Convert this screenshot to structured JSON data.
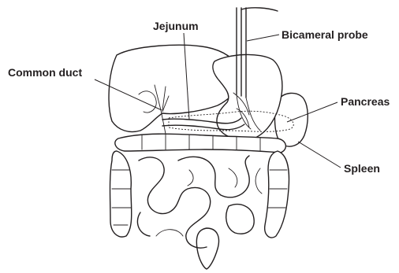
{
  "labels": {
    "jejunum": "Jejunum",
    "probe": "Bicameral probe",
    "duct": "Common duct",
    "pancreas": "Pancreas",
    "spleen": "Spleen"
  },
  "colors": {
    "ink": "#231f20",
    "background": "#ffffff"
  }
}
